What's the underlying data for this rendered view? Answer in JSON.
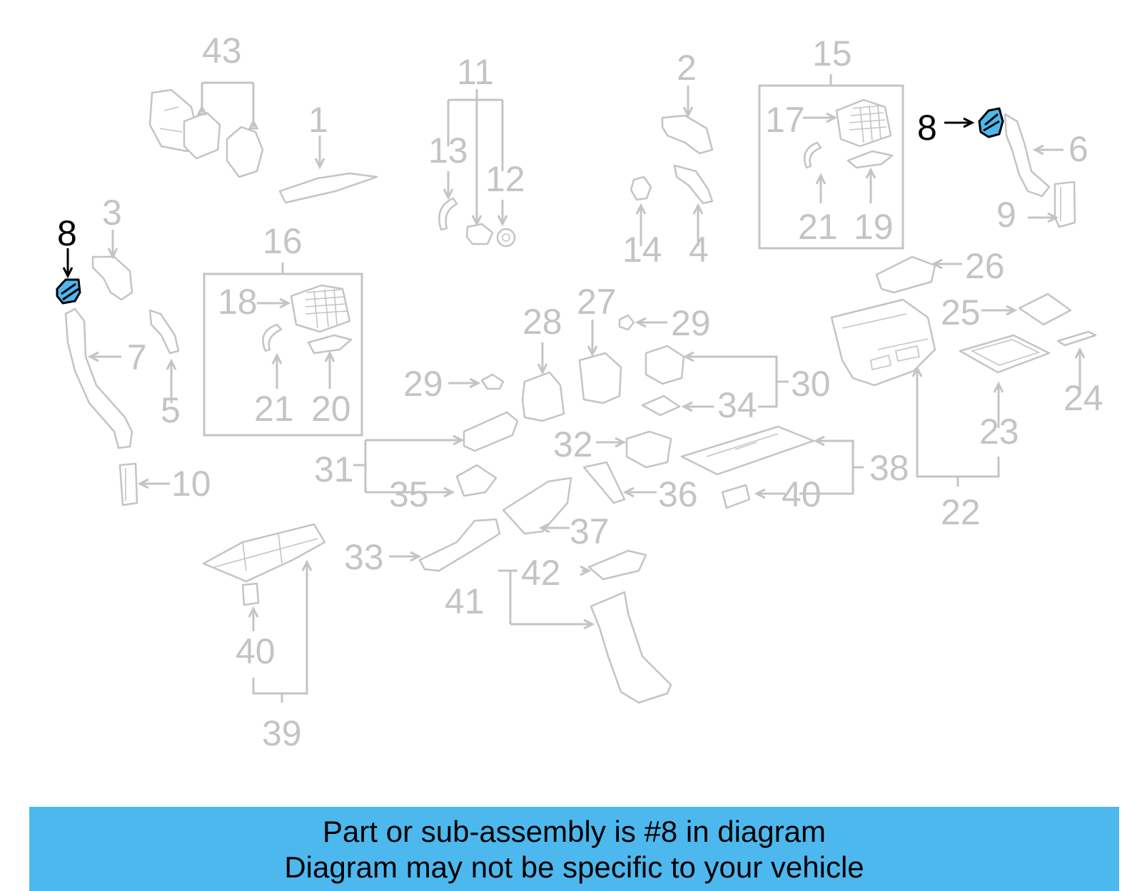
{
  "colors": {
    "highlight": "#4db8ee",
    "callout_grey": "#c4c4c4",
    "callout_highlight": "#000000"
  },
  "callouts": {
    "c1": "1",
    "c2": "2",
    "c3": "3",
    "c4": "4",
    "c5": "5",
    "c6": "6",
    "c7": "7",
    "c8_left": "8",
    "c8_right": "8",
    "c9": "9",
    "c10": "10",
    "c11": "11",
    "c12": "12",
    "c13": "13",
    "c14": "14",
    "c15": "15",
    "c16": "16",
    "c17": "17",
    "c18": "18",
    "c19": "19",
    "c20": "20",
    "c21_a": "21",
    "c21_b": "21",
    "c22": "22",
    "c23": "23",
    "c24": "24",
    "c25": "25",
    "c26": "26",
    "c27": "27",
    "c28": "28",
    "c29_a": "29",
    "c29_b": "29",
    "c30": "30",
    "c31": "31",
    "c32": "32",
    "c33": "33",
    "c34": "34",
    "c35": "35",
    "c36": "36",
    "c37": "37",
    "c38": "38",
    "c39": "39",
    "c40_a": "40",
    "c40_b": "40",
    "c41": "41",
    "c42": "42",
    "c43": "43"
  },
  "banner": {
    "line1": "Part or sub-assembly is #8 in diagram",
    "line2": "Diagram may not be specific to your vehicle"
  }
}
